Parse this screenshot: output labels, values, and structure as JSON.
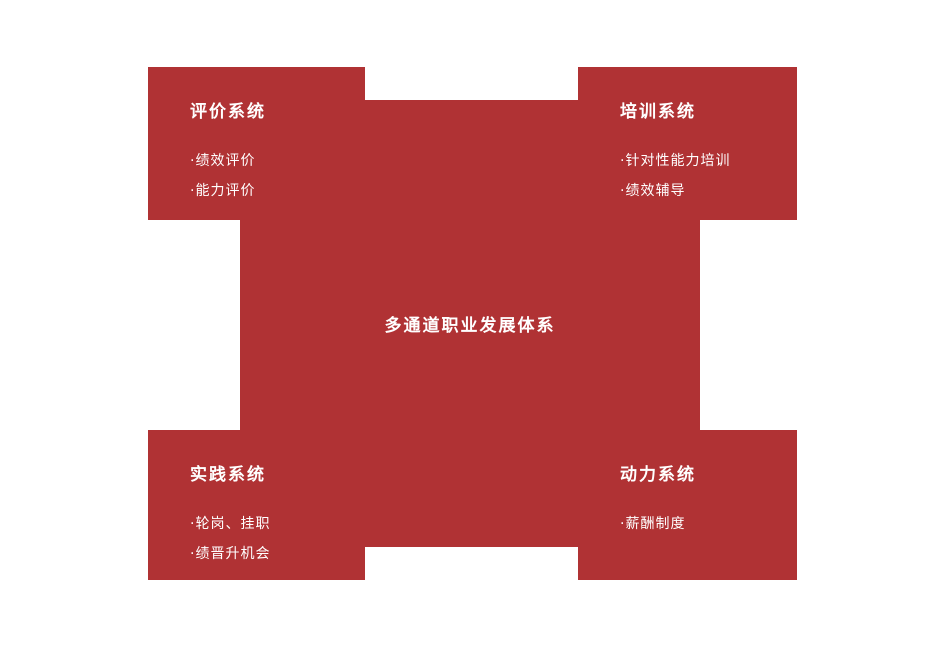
{
  "colors": {
    "block_red": "#b03234",
    "text_white": "#ffffff"
  },
  "center": {
    "title": "多通道职业发展体系"
  },
  "quadrants": [
    {
      "position": "top-left",
      "title": "评价系统",
      "items": [
        "·绩效评价",
        "·能力评价"
      ]
    },
    {
      "position": "top-right",
      "title": "培训系统",
      "items": [
        "·针对性能力培训",
        "·绩效辅导"
      ]
    },
    {
      "position": "bottom-left",
      "title": "实践系统",
      "items": [
        "·轮岗、挂职",
        "·绩晋升机会"
      ]
    },
    {
      "position": "bottom-right",
      "title": "动力系统",
      "items": [
        "·薪酬制度"
      ]
    }
  ]
}
